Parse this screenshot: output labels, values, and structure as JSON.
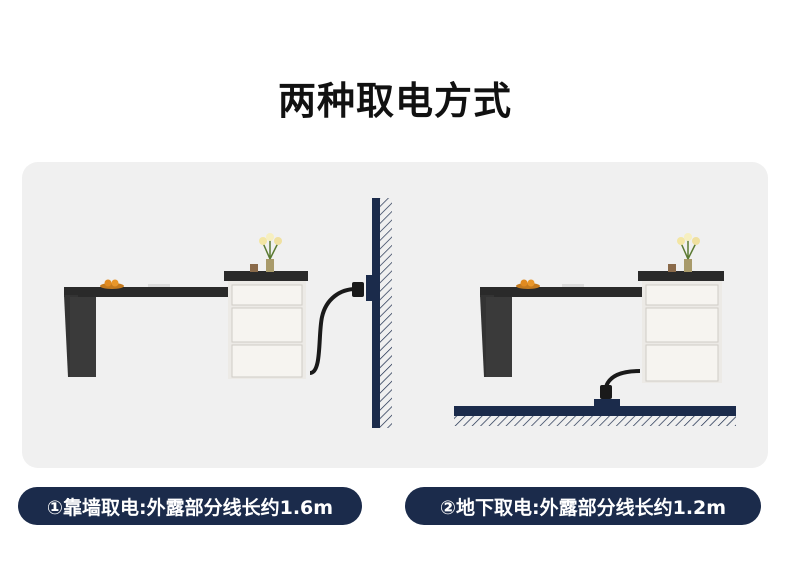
{
  "title": "两种取电方式",
  "methods": [
    {
      "caption": "①靠墙取电:外露部分线长约1.6m"
    },
    {
      "caption": "②地下取电:外露部分线长约1.2m"
    }
  ],
  "colors": {
    "navy": "#1b2b4b",
    "panel": "#f0f0f0",
    "desk_top": "#2a2a2a",
    "cabinet": "#eceae6",
    "hatch": "#1b2b4b"
  }
}
